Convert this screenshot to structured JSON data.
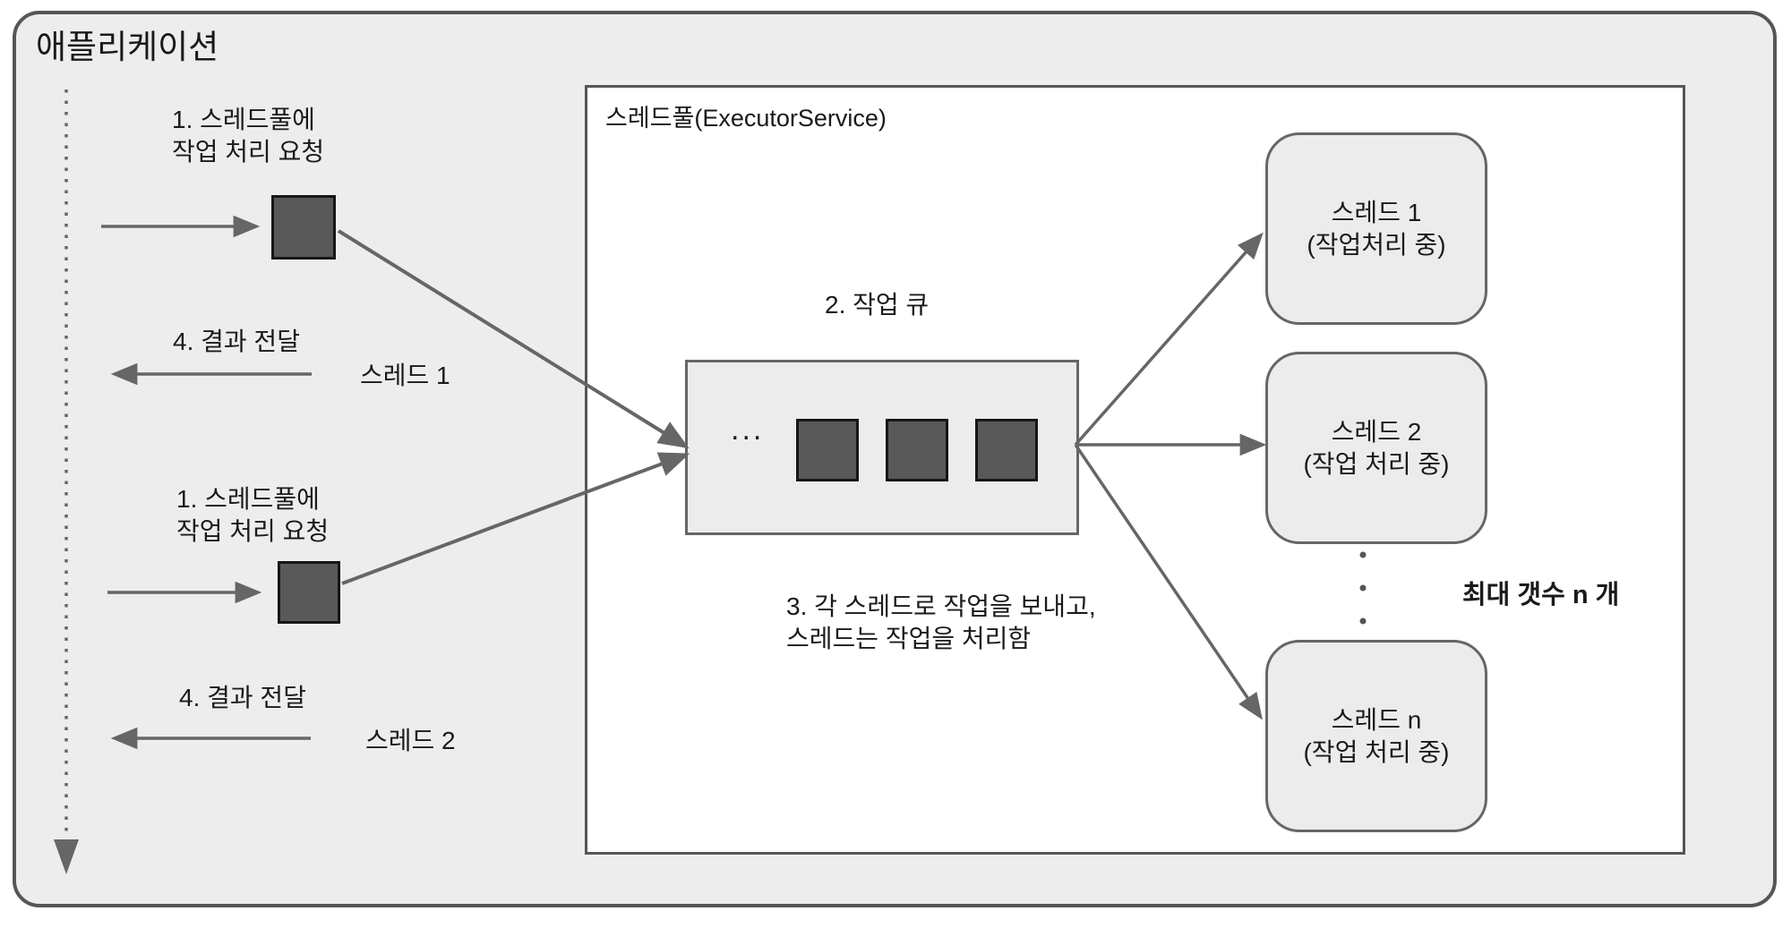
{
  "app": {
    "title": "애플리케이션"
  },
  "requests": [
    {
      "line1": "1. 스레드풀에",
      "line2": "작업 처리 요청",
      "result_label": "4. 결과 전달",
      "thread_label": "스레드 1"
    },
    {
      "line1": "1. 스레드풀에",
      "line2": "작업 처리 요청",
      "result_label": "4. 결과 전달",
      "thread_label": "스레드 2"
    }
  ],
  "pool": {
    "title": "스레드풀(ExecutorService)",
    "queue_label": "2. 작업 큐",
    "queue_ellipsis": "...",
    "queue_task_count": 3,
    "step3_line1": "3. 각 스레드로 작업을 보내고,",
    "step3_line2": "스레드는 작업을 처리함",
    "max_label": "최대 갯수 n 개",
    "threads": [
      {
        "name": "스레드 1",
        "status": "(작업처리 중)"
      },
      {
        "name": "스레드 2",
        "status": "(작업 처리 중)"
      },
      {
        "name": "스레드 n",
        "status": "(작업 처리 중)"
      }
    ]
  },
  "colors": {
    "background": "#ededed",
    "pool_background": "#ffffff",
    "box_fill": "#ececec",
    "task_square": "#595959",
    "arrow": "#666666",
    "border_dark": "#555658",
    "text": "#1a1a1a"
  }
}
